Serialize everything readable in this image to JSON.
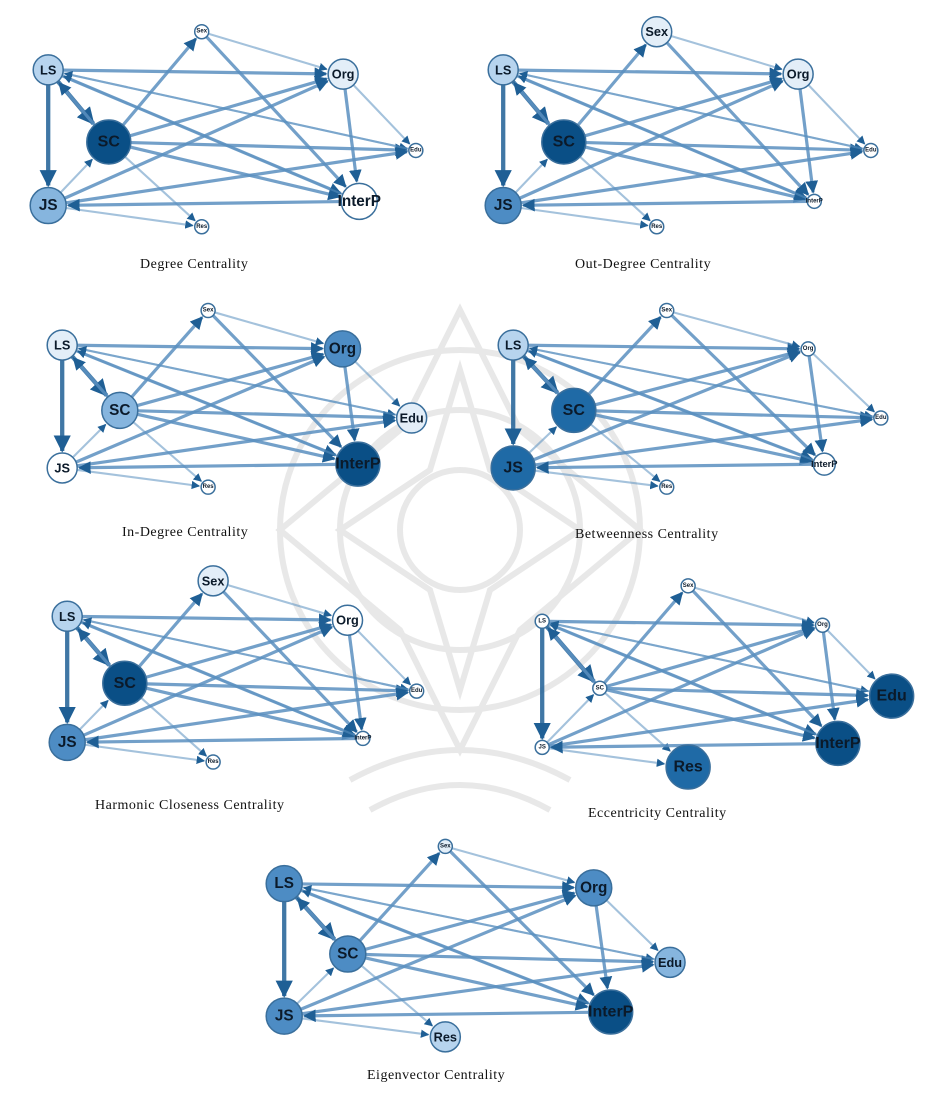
{
  "palette": {
    "edge": "#5a8fbf",
    "edge_dark": "#1f5f95",
    "node_stroke": "#3a6f9c",
    "levels": [
      "#ffffff",
      "#e3eef8",
      "#b7d4ee",
      "#86b5de",
      "#4d8cc4",
      "#1f6aa6",
      "#0a4f86"
    ]
  },
  "graphs": [
    {
      "caption": "Degree Centrality",
      "nodes": [
        {
          "id": "LS",
          "label": "LS",
          "size": 3,
          "level": 2
        },
        {
          "id": "Sex",
          "label": "Sex",
          "size": 1,
          "level": 0
        },
        {
          "id": "Org",
          "label": "Org",
          "size": 3,
          "level": 1
        },
        {
          "id": "SC",
          "label": "SC",
          "size": 5,
          "level": 6
        },
        {
          "id": "Edu",
          "label": "Edu",
          "size": 1,
          "level": 0
        },
        {
          "id": "JS",
          "label": "JS",
          "size": 4,
          "level": 3
        },
        {
          "id": "InterP",
          "label": "InterP",
          "size": 4,
          "level": 0
        },
        {
          "id": "Res",
          "label": "Res",
          "size": 1,
          "level": 0
        }
      ]
    },
    {
      "caption": "Out-Degree Centrality",
      "nodes": [
        {
          "id": "LS",
          "label": "LS",
          "size": 3,
          "level": 2
        },
        {
          "id": "Sex",
          "label": "Sex",
          "size": 3,
          "level": 1
        },
        {
          "id": "Org",
          "label": "Org",
          "size": 3,
          "level": 1
        },
        {
          "id": "SC",
          "label": "SC",
          "size": 5,
          "level": 6
        },
        {
          "id": "Edu",
          "label": "Edu",
          "size": 1,
          "level": 0
        },
        {
          "id": "JS",
          "label": "JS",
          "size": 4,
          "level": 4
        },
        {
          "id": "InterP",
          "label": "InterP",
          "size": 1,
          "level": 0
        },
        {
          "id": "Res",
          "label": "Res",
          "size": 1,
          "level": 0
        }
      ]
    },
    {
      "caption": "In-Degree Centrality",
      "nodes": [
        {
          "id": "LS",
          "label": "LS",
          "size": 3,
          "level": 1
        },
        {
          "id": "Sex",
          "label": "Sex",
          "size": 1,
          "level": 0
        },
        {
          "id": "Org",
          "label": "Org",
          "size": 4,
          "level": 4
        },
        {
          "id": "SC",
          "label": "SC",
          "size": 4,
          "level": 3
        },
        {
          "id": "Edu",
          "label": "Edu",
          "size": 3,
          "level": 1
        },
        {
          "id": "JS",
          "label": "JS",
          "size": 3,
          "level": 0
        },
        {
          "id": "InterP",
          "label": "InterP",
          "size": 5,
          "level": 6
        },
        {
          "id": "Res",
          "label": "Res",
          "size": 1,
          "level": 0
        }
      ]
    },
    {
      "caption": "Betweenness Centrality",
      "nodes": [
        {
          "id": "LS",
          "label": "LS",
          "size": 3,
          "level": 2
        },
        {
          "id": "Sex",
          "label": "Sex",
          "size": 1,
          "level": 0
        },
        {
          "id": "Org",
          "label": "Org",
          "size": 1,
          "level": 0
        },
        {
          "id": "SC",
          "label": "SC",
          "size": 5,
          "level": 5
        },
        {
          "id": "Edu",
          "label": "Edu",
          "size": 1,
          "level": 0
        },
        {
          "id": "JS",
          "label": "JS",
          "size": 5,
          "level": 5
        },
        {
          "id": "InterP",
          "label": "InterP",
          "size": 2,
          "level": 0
        },
        {
          "id": "Res",
          "label": "Res",
          "size": 1,
          "level": 0
        }
      ]
    },
    {
      "caption": "Harmonic Closeness Centrality",
      "nodes": [
        {
          "id": "LS",
          "label": "LS",
          "size": 3,
          "level": 2
        },
        {
          "id": "Sex",
          "label": "Sex",
          "size": 3,
          "level": 1
        },
        {
          "id": "Org",
          "label": "Org",
          "size": 3,
          "level": 0
        },
        {
          "id": "SC",
          "label": "SC",
          "size": 5,
          "level": 6
        },
        {
          "id": "Edu",
          "label": "Edu",
          "size": 1,
          "level": 0
        },
        {
          "id": "JS",
          "label": "JS",
          "size": 4,
          "level": 4
        },
        {
          "id": "InterP",
          "label": "InterP",
          "size": 1,
          "level": 0
        },
        {
          "id": "Res",
          "label": "Res",
          "size": 1,
          "level": 0
        }
      ]
    },
    {
      "caption": "Eccentricity Centrality",
      "nodes": [
        {
          "id": "LS",
          "label": "LS",
          "size": 1,
          "level": 0
        },
        {
          "id": "Sex",
          "label": "Sex",
          "size": 1,
          "level": 0
        },
        {
          "id": "Org",
          "label": "Org",
          "size": 1,
          "level": 0
        },
        {
          "id": "SC",
          "label": "SC",
          "size": 1,
          "level": 0
        },
        {
          "id": "Edu",
          "label": "Edu",
          "size": 5,
          "level": 6
        },
        {
          "id": "JS",
          "label": "JS",
          "size": 1,
          "level": 0
        },
        {
          "id": "InterP",
          "label": "InterP",
          "size": 5,
          "level": 6
        },
        {
          "id": "Res",
          "label": "Res",
          "size": 5,
          "level": 5
        }
      ]
    },
    {
      "caption": "Eigenvector Centrality",
      "nodes": [
        {
          "id": "LS",
          "label": "LS",
          "size": 4,
          "level": 4
        },
        {
          "id": "Sex",
          "label": "Sex",
          "size": 1,
          "level": 1
        },
        {
          "id": "Org",
          "label": "Org",
          "size": 4,
          "level": 4
        },
        {
          "id": "SC",
          "label": "SC",
          "size": 4,
          "level": 4
        },
        {
          "id": "Edu",
          "label": "Edu",
          "size": 3,
          "level": 3
        },
        {
          "id": "JS",
          "label": "JS",
          "size": 4,
          "level": 4
        },
        {
          "id": "InterP",
          "label": "InterP",
          "size": 5,
          "level": 6
        },
        {
          "id": "Res",
          "label": "Res",
          "size": 3,
          "level": 2
        }
      ]
    }
  ],
  "edges": [
    {
      "from": "LS",
      "to": "JS",
      "weight": 3
    },
    {
      "from": "LS",
      "to": "SC",
      "weight": 3
    },
    {
      "from": "SC",
      "to": "LS",
      "weight": 2
    },
    {
      "from": "LS",
      "to": "Org",
      "weight": 2
    },
    {
      "from": "LS",
      "to": "Edu",
      "weight": 1
    },
    {
      "from": "LS",
      "to": "InterP",
      "weight": 2
    },
    {
      "from": "SC",
      "to": "Sex",
      "weight": 2
    },
    {
      "from": "SC",
      "to": "Org",
      "weight": 2
    },
    {
      "from": "SC",
      "to": "Edu",
      "weight": 2
    },
    {
      "from": "SC",
      "to": "InterP",
      "weight": 2
    },
    {
      "from": "SC",
      "to": "Res",
      "weight": 1
    },
    {
      "from": "Sex",
      "to": "Org",
      "weight": 1
    },
    {
      "from": "Sex",
      "to": "InterP",
      "weight": 2
    },
    {
      "from": "Org",
      "to": "Edu",
      "weight": 1
    },
    {
      "from": "Org",
      "to": "InterP",
      "weight": 2
    },
    {
      "from": "JS",
      "to": "Org",
      "weight": 2
    },
    {
      "from": "JS",
      "to": "SC",
      "weight": 1
    },
    {
      "from": "JS",
      "to": "Edu",
      "weight": 2
    },
    {
      "from": "JS",
      "to": "Res",
      "weight": 1
    },
    {
      "from": "InterP",
      "to": "JS",
      "weight": 2
    },
    {
      "from": "InterP",
      "to": "LS",
      "weight": 1
    },
    {
      "from": "Edu",
      "to": "LS",
      "weight": 1
    }
  ]
}
